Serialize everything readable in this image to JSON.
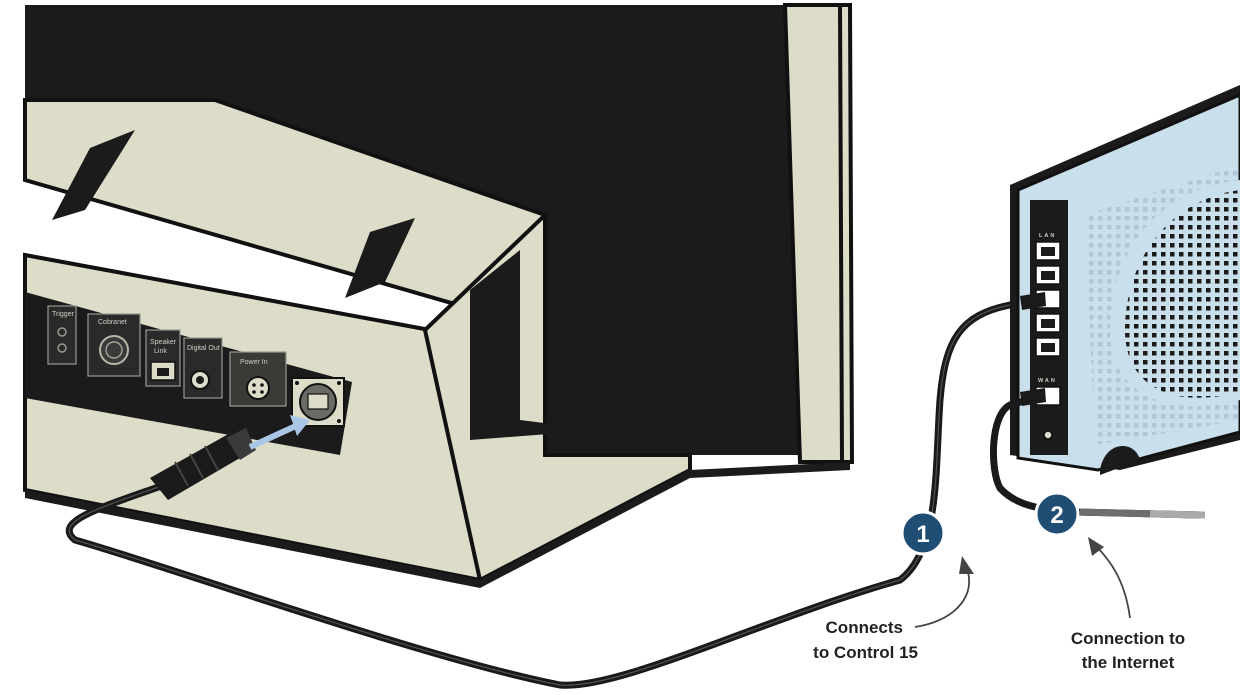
{
  "speaker_panel": {
    "trigger_label": "Trigger",
    "cobranet_label": "Cobranet",
    "speaker_link_label_line1": "Speaker",
    "speaker_link_label_line2": "Link",
    "digital_out_label": "Digital Out",
    "power_in_label": "Power In"
  },
  "router": {
    "lan_label": "LAN",
    "wan_label": "WAN"
  },
  "callouts": [
    {
      "number": "1",
      "caption_line1": "Connects",
      "caption_line2": "to Control 15"
    },
    {
      "number": "2",
      "caption_line1": "Connection to",
      "caption_line2": "the Internet"
    }
  ],
  "colors": {
    "beige": "#dcdcc8",
    "black": "#1a1a1a",
    "router_blue": "#c9dfec",
    "badge_blue": "#1f4d73",
    "plug_arrow": "#a9c6e6"
  }
}
